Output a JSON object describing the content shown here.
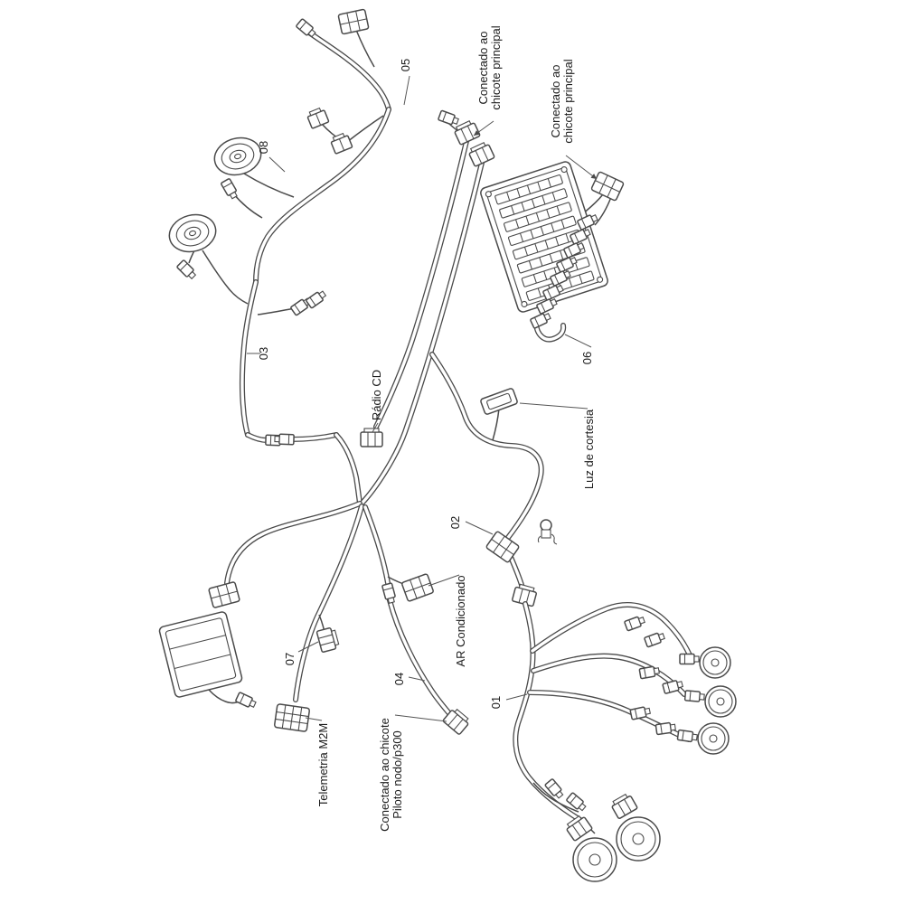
{
  "colors": {
    "background": "#ffffff",
    "line": "#4a4a4a",
    "text": "#1b1b1b"
  },
  "callouts": {
    "n05": "05",
    "n08": "08",
    "n03": "03",
    "n06": "06",
    "n02": "02",
    "n07": "07",
    "n04": "04",
    "n01": "01",
    "radio_cd": "Rádio CD",
    "luz_cortesia": "Luz de cortesia",
    "ar_condicionado": "AR Condicionado",
    "telemetria_m2m": "Telemetria M2M",
    "conectado_principal_top": {
      "line1": "Conectado ao",
      "line2": "chicote principal"
    },
    "conectado_principal_right": {
      "line1": "Conectado ao",
      "line2": "chicote principal"
    },
    "conectado_piloto": {
      "line1": "Conectado ao chicote",
      "line2": "Piloto nodo/p300"
    }
  }
}
